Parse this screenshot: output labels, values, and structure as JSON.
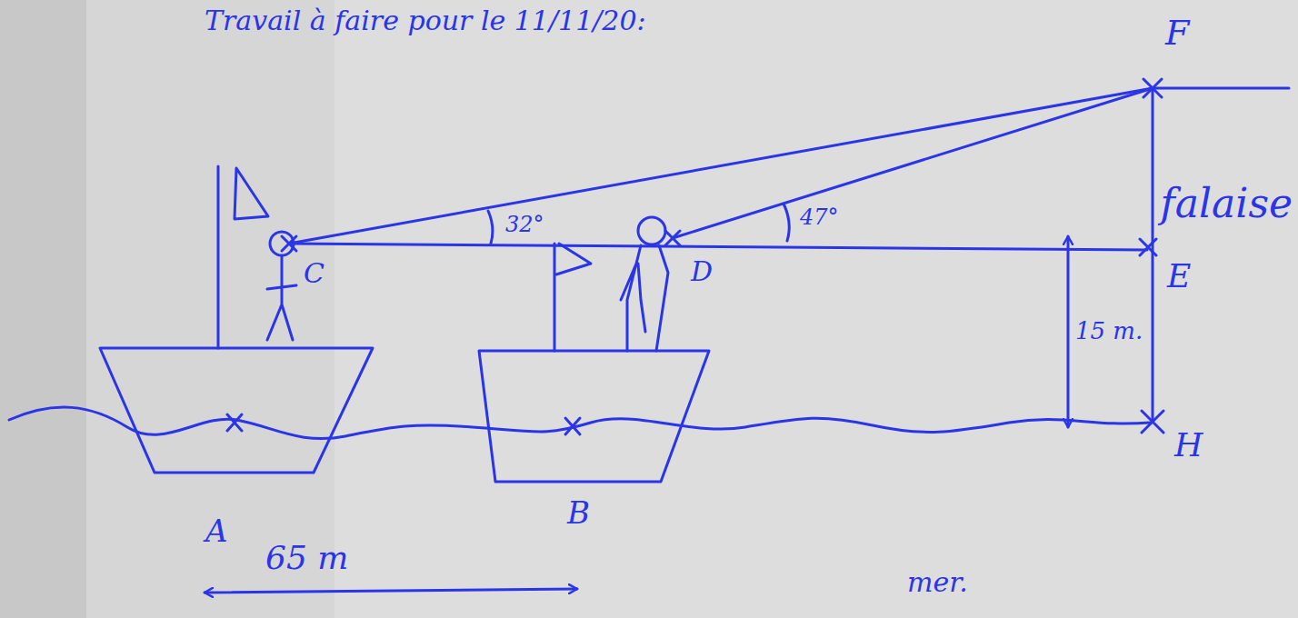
{
  "diagram": {
    "title": "Travail à faire pour le 11/11/20:",
    "labels": [
      "F",
      "falaise",
      "E",
      "15 m.",
      "H",
      "C",
      "D",
      "32°",
      "47°",
      "A",
      "B",
      "65 m",
      "mer."
    ]
  }
}
